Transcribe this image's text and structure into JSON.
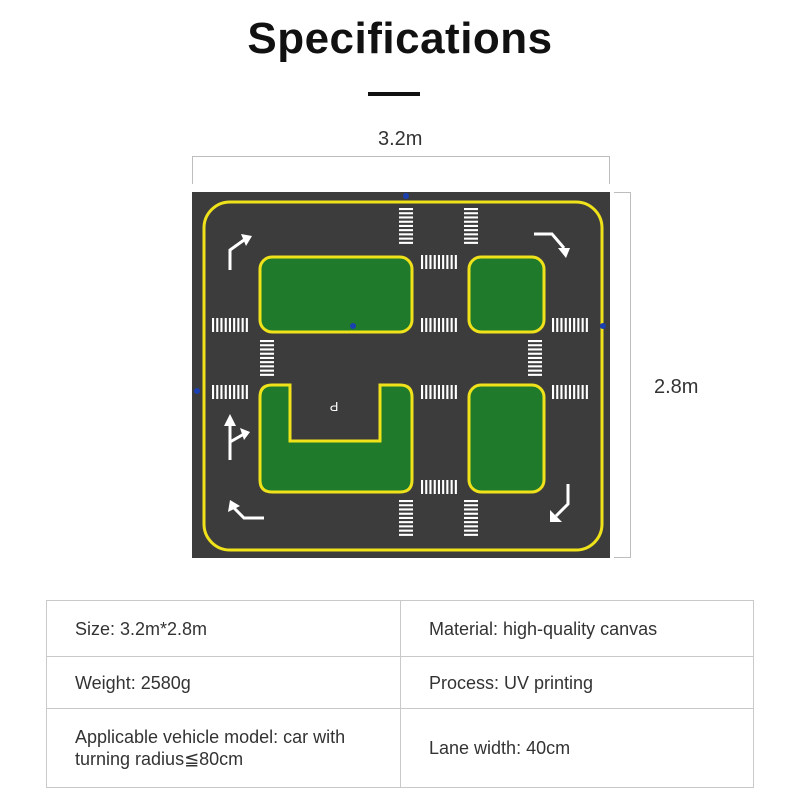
{
  "title": "Specifications",
  "dimensions": {
    "width": "3.2m",
    "height": "2.8m"
  },
  "map": {
    "colors": {
      "asphalt": "#3c3c3c",
      "border": "#f0e21a",
      "grass": "#1f7a2b",
      "marking": "#ffffff",
      "pin": "#1a3fb0"
    },
    "parking_mark": "P"
  },
  "specs": [
    {
      "left": "Size: 3.2m*2.8m",
      "right": "Material: high-quality canvas"
    },
    {
      "left": "Weight: 2580g",
      "right": "Process: UV printing"
    },
    {
      "left": "Applicable vehicle model: car with turning radius≦80cm",
      "right": "Lane width: 40cm"
    }
  ]
}
